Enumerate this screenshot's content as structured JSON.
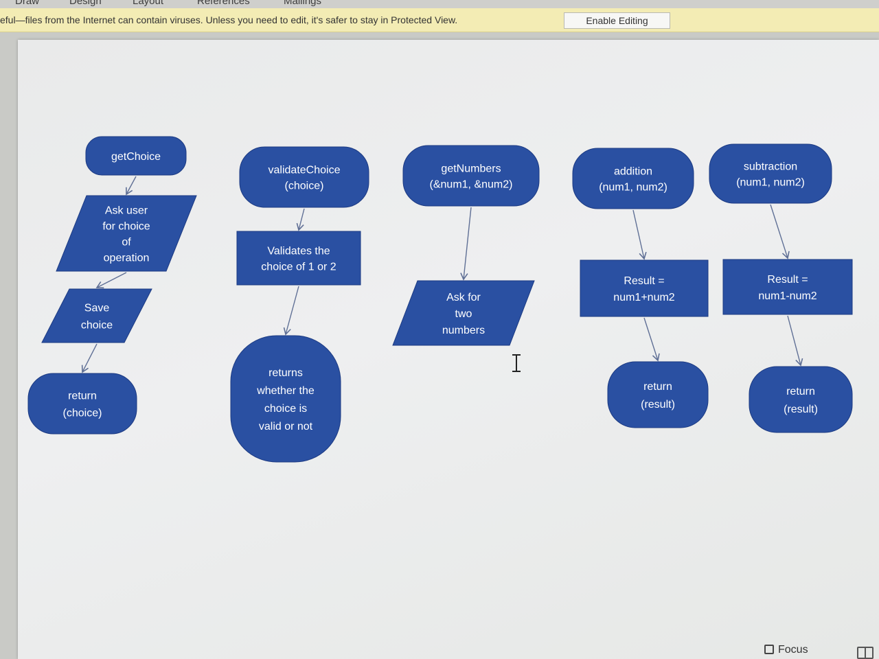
{
  "ribbon": {
    "tabs": [
      "Draw",
      "Design",
      "Layout",
      "References",
      "Mailings"
    ]
  },
  "message_bar": {
    "text": "eful—files from the Internet can contain viruses. Unless you need to edit, it's safer to stay in Protected View.",
    "button": "Enable Editing"
  },
  "colors": {
    "node_fill": "#2a50a2",
    "node_stroke": "#1c3a82",
    "connector": "#5f6f95",
    "message_bar": "#f3ecb4"
  },
  "diagram": {
    "nodes": [
      {
        "id": "getchoice",
        "shape": "terminator",
        "lines": [
          "getChoice"
        ]
      },
      {
        "id": "ask-user",
        "shape": "parallelogram",
        "lines": [
          "Ask user",
          "for choice",
          "of",
          "operation"
        ]
      },
      {
        "id": "save-choice",
        "shape": "parallelogram",
        "lines": [
          "Save",
          "choice"
        ]
      },
      {
        "id": "return-choice",
        "shape": "terminator",
        "lines": [
          "return",
          "(choice)"
        ]
      },
      {
        "id": "validatechoice",
        "shape": "terminator",
        "lines": [
          "validateChoice",
          "(choice)"
        ]
      },
      {
        "id": "validates",
        "shape": "process",
        "lines": [
          "Validates the",
          "choice of 1 or 2"
        ]
      },
      {
        "id": "returns-valid",
        "shape": "terminator",
        "lines": [
          "returns",
          "whether the",
          "choice is",
          "valid or not"
        ]
      },
      {
        "id": "getnumbers",
        "shape": "terminator",
        "lines": [
          "getNumbers",
          "(&num1, &num2)"
        ]
      },
      {
        "id": "ask-numbers",
        "shape": "parallelogram",
        "lines": [
          "Ask for",
          "two",
          "numbers"
        ]
      },
      {
        "id": "addition",
        "shape": "terminator",
        "lines": [
          "addition",
          "(num1, num2)"
        ]
      },
      {
        "id": "result-add",
        "shape": "process",
        "lines": [
          "Result =",
          "num1+num2"
        ]
      },
      {
        "id": "return-add",
        "shape": "terminator",
        "lines": [
          "return",
          "(result)"
        ]
      },
      {
        "id": "subtraction",
        "shape": "terminator",
        "lines": [
          "subtraction",
          "(num1, num2)"
        ]
      },
      {
        "id": "result-sub",
        "shape": "process",
        "lines": [
          "Result =",
          "num1-num2"
        ]
      },
      {
        "id": "return-sub",
        "shape": "terminator",
        "lines": [
          "return",
          "(result)"
        ]
      }
    ],
    "edges": [
      {
        "from": "getchoice",
        "to": "ask-user"
      },
      {
        "from": "ask-user",
        "to": "save-choice"
      },
      {
        "from": "save-choice",
        "to": "return-choice"
      },
      {
        "from": "validatechoice",
        "to": "validates"
      },
      {
        "from": "validates",
        "to": "returns-valid"
      },
      {
        "from": "getnumbers",
        "to": "ask-numbers"
      },
      {
        "from": "addition",
        "to": "result-add"
      },
      {
        "from": "result-add",
        "to": "return-add"
      },
      {
        "from": "subtraction",
        "to": "result-sub"
      },
      {
        "from": "result-sub",
        "to": "return-sub"
      }
    ]
  },
  "status_bar": {
    "focus_label": "Focus"
  }
}
